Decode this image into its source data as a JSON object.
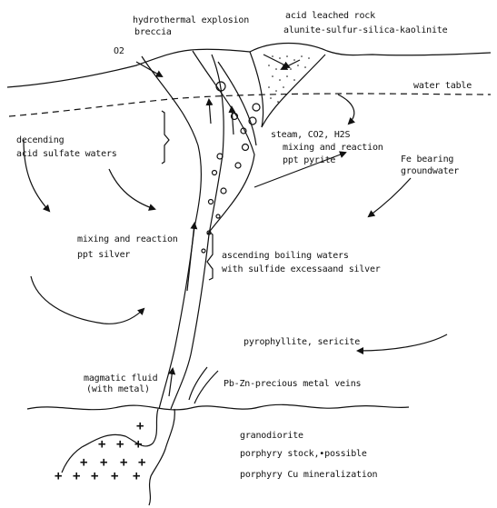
{
  "labels": {
    "hydrothermal": "hydrothermal explosion",
    "breccia": "breccia",
    "acid_leached": "acid leached rock",
    "alunite": "alunite-sulfur-silica-kaolinite",
    "o2": "O2",
    "water_table": "water table",
    "decending": "decending",
    "acid_sulfate": "acid sulfate waters",
    "steam": "steam, CO2, H2S",
    "mixing1": "mixing and reaction",
    "ppt_pyrite": "ppt pyrite",
    "fe_bearing": "Fe bearing",
    "groundwater": "groundwater",
    "mixing2": "mixing and reaction",
    "ppt_silver": "ppt silver",
    "ascending": "ascending boiling waters",
    "sulfide": "with sulfide excessaand silver",
    "pyrophyllite": "pyrophyllite, sericite",
    "magmatic": "magmatic fluid",
    "with_metal": "(with metal)",
    "veins": "Pb-Zn-precious metal veins",
    "granodiorite": "granodiorite",
    "stock": "porphyry stock,•possible",
    "porphyry_cu": "porphyry Cu mineralization"
  }
}
